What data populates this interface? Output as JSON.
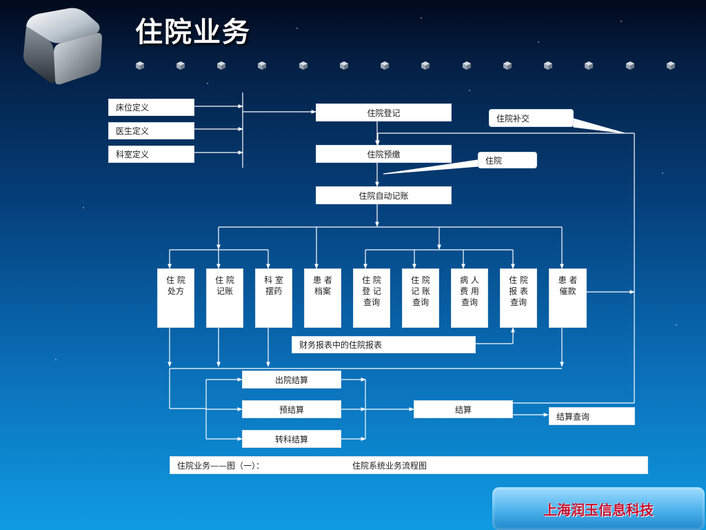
{
  "title": "住院业务",
  "colors": {
    "line": "#ffffff",
    "company_text": "#c8102e",
    "background_top": "#020a1c",
    "background_bottom": "#0f9be2"
  },
  "logo": {
    "icon": "metal-cube-icon"
  },
  "definitions": [
    "床位定义",
    "医生定义",
    "科室定义"
  ],
  "flow": {
    "register": "住院登记",
    "prepay": "住院预缴",
    "auto_account": "住院自动记账",
    "supplement": "住院补交",
    "inpatient": "住院"
  },
  "modules": [
    "住 院\n处方",
    "住 院\n记账",
    "科 室\n摆药",
    "患 者\n档案",
    "住 院\n登 记\n查询",
    "住 院\n记 账\n查询",
    "病 人\n费 用\n查询",
    "住 院\n报 表\n查询",
    "患 者\n催款"
  ],
  "finance_report": "财务报表中的住院报表",
  "settlements": [
    "出院结算",
    "预结算",
    "转科结算"
  ],
  "settle": "结算",
  "settle_query": "结算查询",
  "caption": {
    "left": "住院业务——图（一）：",
    "right": "住院系统业务流程图"
  },
  "company": "上海润玉信息科技"
}
